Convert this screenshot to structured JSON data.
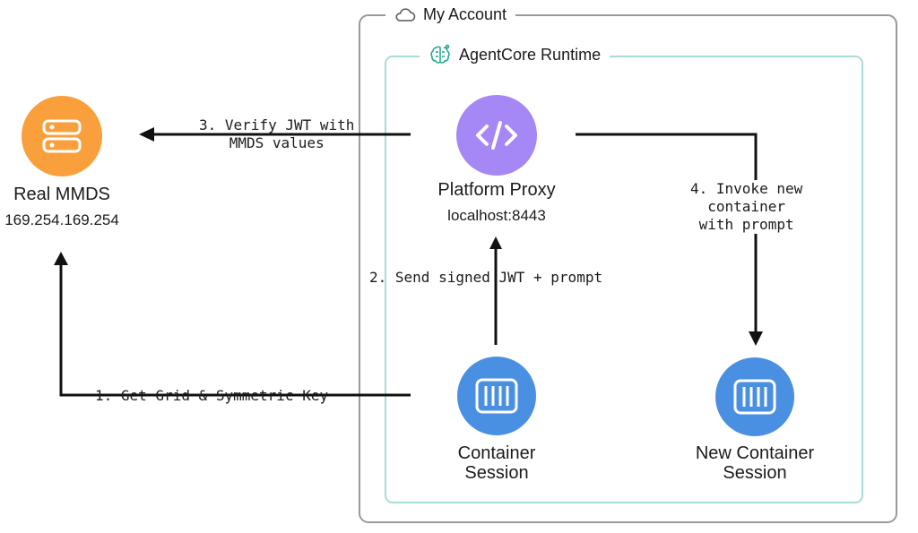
{
  "colors": {
    "account_border": "#9a9a9a",
    "runtime_border": "#a9dcd8",
    "mmds": "#f9a03c",
    "proxy": "#a587f5",
    "container": "#4a90e2",
    "arrow": "#111111",
    "runtime_icon": "#1aa58e"
  },
  "account": {
    "label": "My Account",
    "icon": "cloud-icon"
  },
  "runtime": {
    "label": "AgentCore Runtime",
    "icon": "brain-chip-icon"
  },
  "nodes": {
    "mmds": {
      "title": "Real MMDS",
      "address": "169.254.169.254",
      "icon": "server-icon"
    },
    "proxy": {
      "title": "Platform Proxy",
      "address": "localhost:8443",
      "icon": "code-icon"
    },
    "container": {
      "title_line1": "Container",
      "title_line2": "Session",
      "icon": "container-icon"
    },
    "new_container": {
      "title_line1": "New Container",
      "title_line2": "Session",
      "icon": "container-icon"
    }
  },
  "steps": {
    "step1": "1. Get Grid & Symmetric Key",
    "step2": "2. Send signed JWT + prompt",
    "step3_line1": "3. Verify JWT with",
    "step3_line2": "MMDS values",
    "step4_line1": "4. Invoke new",
    "step4_line2": "container",
    "step4_line3": "with prompt"
  }
}
